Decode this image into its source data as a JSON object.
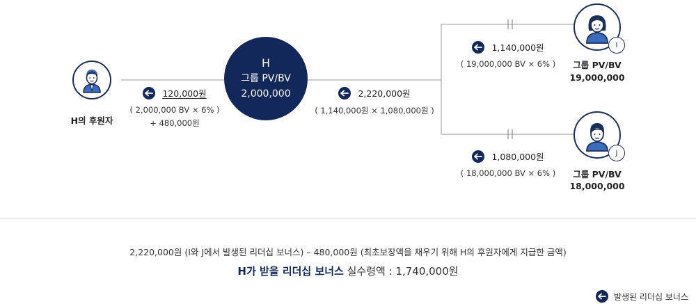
{
  "sponsor": {
    "label": "H의 후원자"
  },
  "hub": {
    "name": "H",
    "group_label": "그룹 PV/BV",
    "value": "2,000,000"
  },
  "left_transfer": {
    "amount": "120,000원",
    "formula": "( 2,000,000 BV × 6% )",
    "extra": "+ 480,000원"
  },
  "right_transfer": {
    "amount": "2,220,000원",
    "formula": "( 1,140,000원 × 1,080,000원 )"
  },
  "member_i": {
    "badge": "I",
    "label": "그룹 PV/BV",
    "value": "19,000,000",
    "amount": "1,140,000원",
    "formula": "( 19,000,000 BV × 6% )"
  },
  "member_j": {
    "badge": "J",
    "label": "그룹 PV/BV",
    "value": "18,000,000",
    "amount": "1,080,000원",
    "formula": "( 18,000,000 BV × 6% )"
  },
  "summary": {
    "line1": "2,220,000원 (I와 J에서 발생된 리더십 보너스) – 480,000원 (최초보장액을 채우기 위해 H의 후원자에게 지급한 금액)",
    "line2_bold": "H가 받을 리더십 보너스",
    "line2_rest": "실수령액 : 1,740,000원"
  },
  "legend": {
    "label": "발생된 리더십 보너스"
  },
  "colors": {
    "navy": "#13285a",
    "line": "#9a9a9a",
    "divider": "#d9d9d9"
  }
}
